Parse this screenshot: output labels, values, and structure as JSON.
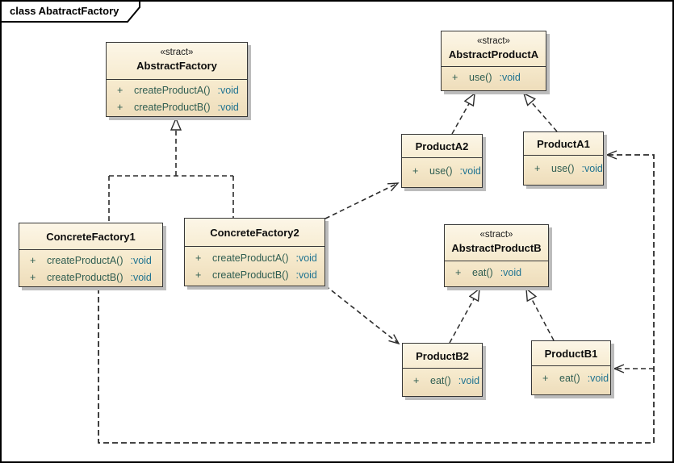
{
  "frame": {
    "tab_label": "class AbatractFactory",
    "diagram_type": "UML class diagram"
  },
  "colors": {
    "box_fill_top": "#fcf6e7",
    "box_fill_bottom": "#eeddbb",
    "box_border": "#383838",
    "box_shadow": "#bcbcbc",
    "method_name": "#2f5d51",
    "method_type": "#1f7391",
    "connector": "#2b2b2b",
    "background": "#ffffff"
  },
  "classes": [
    {
      "stereotype": "«stract»",
      "name": "AbstractFactory",
      "methods": [
        {
          "vis": "+",
          "name": "createProductA()",
          "type": ":void"
        },
        {
          "vis": "+",
          "name": "createProductB()",
          "type": ":void"
        }
      ]
    },
    {
      "stereotype": "«stract»",
      "name": "AbstractProductA",
      "methods": [
        {
          "vis": "+",
          "name": "use()",
          "type": ":void"
        }
      ]
    },
    {
      "stereotype": "",
      "name": "ProductA2",
      "methods": [
        {
          "vis": "+",
          "name": "use()",
          "type": ":void"
        }
      ]
    },
    {
      "stereotype": "",
      "name": "ProductA1",
      "methods": [
        {
          "vis": "+",
          "name": "use()",
          "type": ":void"
        }
      ]
    },
    {
      "stereotype": "",
      "name": "ConcreteFactory1",
      "methods": [
        {
          "vis": "+",
          "name": "createProductA()",
          "type": ":void"
        },
        {
          "vis": "+",
          "name": "createProductB()",
          "type": ":void"
        }
      ]
    },
    {
      "stereotype": "",
      "name": "ConcreteFactory2",
      "methods": [
        {
          "vis": "+",
          "name": "createProductA()",
          "type": ":void"
        },
        {
          "vis": "+",
          "name": "createProductB()",
          "type": ":void"
        }
      ]
    },
    {
      "stereotype": "«stract»",
      "name": "AbstractProductB",
      "methods": [
        {
          "vis": "+",
          "name": "eat()",
          "type": ":void"
        }
      ]
    },
    {
      "stereotype": "",
      "name": "ProductB2",
      "methods": [
        {
          "vis": "+",
          "name": "eat()",
          "type": ":void"
        }
      ]
    },
    {
      "stereotype": "",
      "name": "ProductB1",
      "methods": [
        {
          "vis": "+",
          "name": "eat()",
          "type": ":void"
        }
      ]
    }
  ],
  "relations": [
    {
      "type": "realization",
      "from": "ConcreteFactory1",
      "to": "AbstractFactory"
    },
    {
      "type": "realization",
      "from": "ConcreteFactory2",
      "to": "AbstractFactory"
    },
    {
      "type": "realization",
      "from": "ProductA2",
      "to": "AbstractProductA"
    },
    {
      "type": "realization",
      "from": "ProductA1",
      "to": "AbstractProductA"
    },
    {
      "type": "realization",
      "from": "ProductB2",
      "to": "AbstractProductB"
    },
    {
      "type": "realization",
      "from": "ProductB1",
      "to": "AbstractProductB"
    },
    {
      "type": "dependency",
      "from": "ConcreteFactory2",
      "to": "ProductA2"
    },
    {
      "type": "dependency",
      "from": "ConcreteFactory2",
      "to": "ProductB2"
    },
    {
      "type": "dependency",
      "from": "ConcreteFactory1",
      "to": "ProductA1"
    },
    {
      "type": "dependency",
      "from": "ConcreteFactory1",
      "to": "ProductB1"
    }
  ]
}
